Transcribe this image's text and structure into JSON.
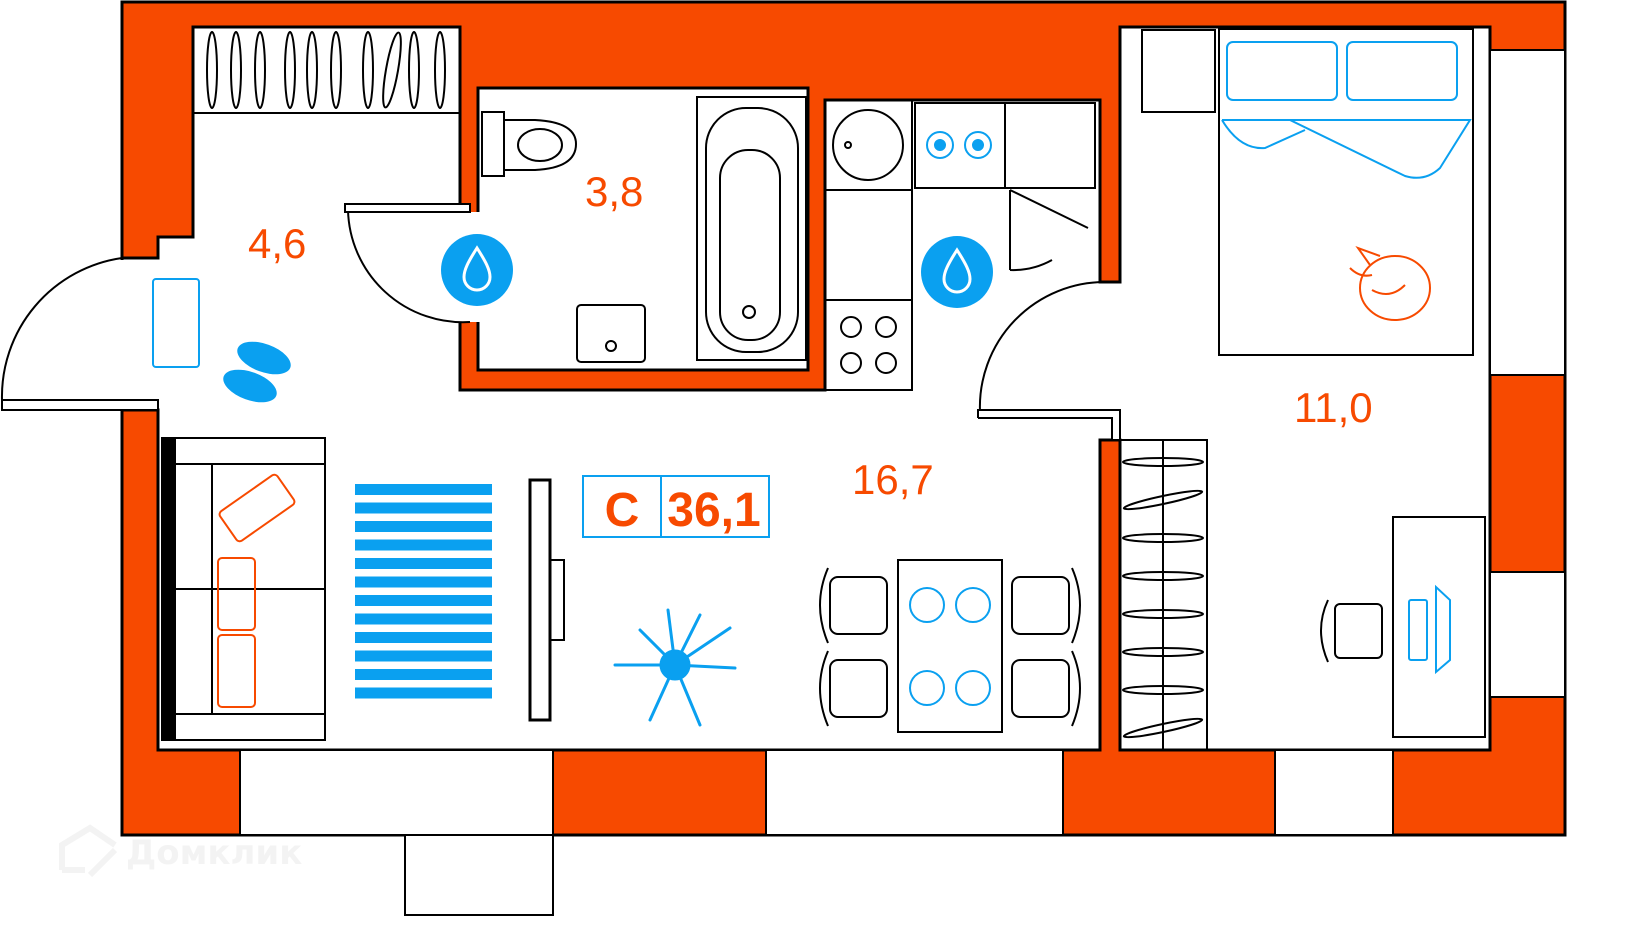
{
  "plan": {
    "rooms": [
      {
        "name": "hallway",
        "area": "4,6"
      },
      {
        "name": "bathroom",
        "area": "3,8"
      },
      {
        "name": "living-kitchen",
        "area": "16,7"
      },
      {
        "name": "bedroom",
        "area": "11,0"
      }
    ],
    "apartment_type": "С",
    "total_area": "36,1",
    "watermark": "Домклик"
  },
  "colors": {
    "wall": "#F74A00",
    "accent_blue": "#0AA0F0",
    "line": "#000000"
  },
  "icons": [
    "water-drop-icon",
    "slippers-icon",
    "plant-icon",
    "cat-icon"
  ]
}
